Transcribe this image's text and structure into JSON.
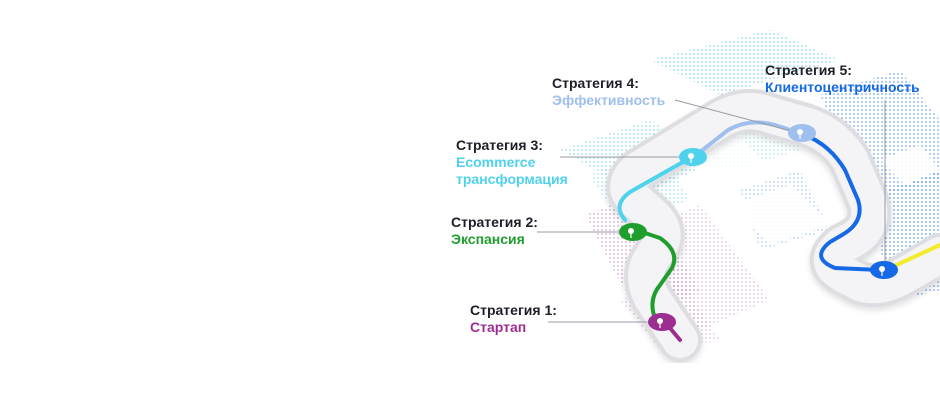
{
  "diagram": {
    "strategies": [
      {
        "title": "Стратегия 1:",
        "name": "Стартап",
        "color": "#9c2d91"
      },
      {
        "title": "Стратегия 2:",
        "name": "Экспансия",
        "color": "#1f9e2e"
      },
      {
        "title": "Стратегия 3:",
        "name_line1": "Ecommerce",
        "name_line2": "трансформация",
        "color": "#4fd2ec"
      },
      {
        "title": "Стратегия 4:",
        "name": "Эффективность",
        "color": "#9fbfee"
      },
      {
        "title": "Стратегия 5:",
        "name": "Клиентоцентричность",
        "color": "#1569e6"
      }
    ],
    "colors": {
      "road": "#f0f0f2",
      "road_edge": "#dedee2",
      "dots_teal": "#6fd0dc",
      "dots_purple": "#c98fc4",
      "dots_blue": "#4d8fe0",
      "leader_line": "#9a9aa6",
      "yellow_segment": "#f2ec2c"
    }
  }
}
